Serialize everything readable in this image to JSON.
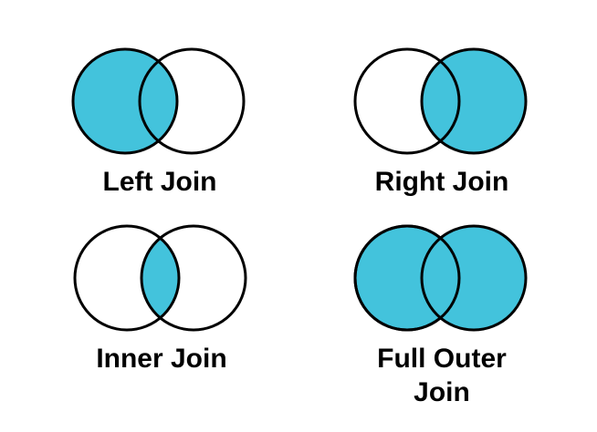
{
  "colors": {
    "accent": "#43C3DC",
    "stroke": "#000000",
    "background": "#FFFFFF",
    "label_text": "#000000"
  },
  "diagrams": [
    {
      "label": "Left Join",
      "filled_region": "left circle including intersection"
    },
    {
      "label": "Right Join",
      "filled_region": "right circle including intersection"
    },
    {
      "label": "Inner Join",
      "filled_region": "intersection only"
    },
    {
      "label": "Full Outer Join",
      "filled_region": "both circles including intersection"
    }
  ]
}
